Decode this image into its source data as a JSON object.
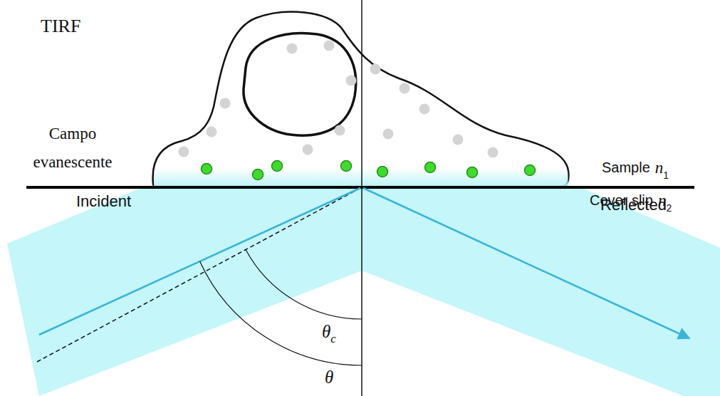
{
  "diagram": {
    "title": "TIRF",
    "labels": [
      "Campo evanescente",
      "Sample",
      "n",
      "1",
      "Cover slip",
      "n",
      "2",
      "Incident",
      "Reflected",
      "θ",
      "c",
      "θ"
    ]
  }
}
